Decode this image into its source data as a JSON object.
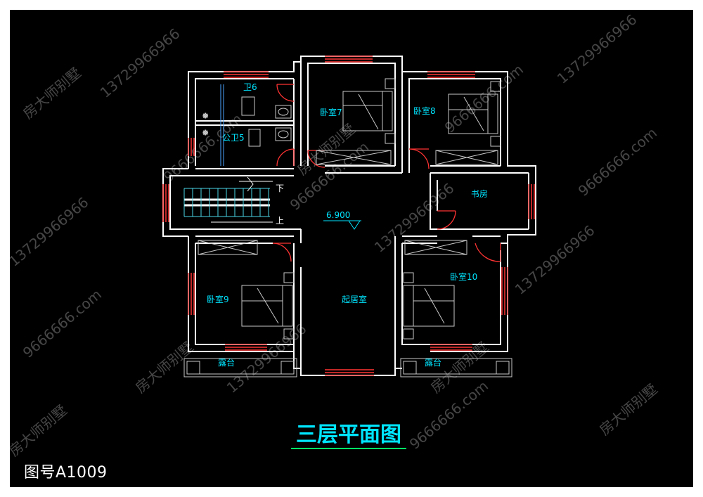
{
  "drawing": {
    "title": "三层平面图",
    "drawing_number": "图号A1009",
    "elevation": "6.900",
    "rooms": {
      "bath6": "卫6",
      "public_bath5": "公卫5",
      "bedroom7": "卧室7",
      "bedroom8": "卧室8",
      "study": "书房",
      "bedroom9": "卧室9",
      "living": "起居室",
      "bedroom10": "卧室10",
      "terrace_left": "露台",
      "terrace_right": "露台"
    },
    "stair": {
      "down": "下",
      "up": "上"
    }
  },
  "watermark": {
    "brand": "房大师别墅",
    "phone": "13729966966",
    "site": "9666666.com"
  },
  "colors": {
    "background": "#000000",
    "wall": "#ffffff",
    "window": "#ff3333",
    "door": "#ff3333",
    "label": "#00e5ff",
    "title": "#00e5ff",
    "title_underline": "#00ff66",
    "furniture": "#c8c8c8",
    "watermark": "#6a6a6a"
  }
}
